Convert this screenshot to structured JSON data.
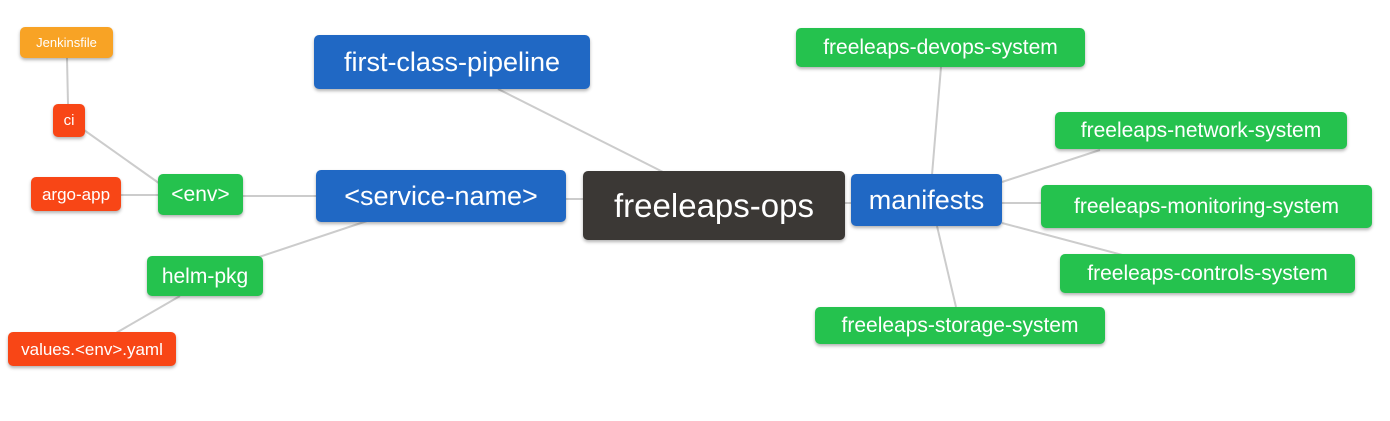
{
  "palette": {
    "blue": "#2068c4",
    "green": "#25c24e",
    "red": "#f84616",
    "orange": "#f8a325",
    "dark": "#3b3835",
    "edge_line": "#cccccc",
    "background": "#ffffff",
    "text": "#ffffff"
  },
  "mindmap": {
    "root": {
      "label": "freeleaps-ops"
    },
    "nodes": {
      "first_class_pipeline": {
        "label": "first-class-pipeline"
      },
      "service_name": {
        "label": "<service-name>"
      },
      "env": {
        "label": "<env>"
      },
      "ci": {
        "label": "ci"
      },
      "jenkinsfile": {
        "label": "Jenkinsfile"
      },
      "argo_app": {
        "label": "argo-app"
      },
      "helm_pkg": {
        "label": "helm-pkg"
      },
      "values_yaml": {
        "label": "values.<env>.yaml"
      },
      "manifests": {
        "label": "manifests"
      },
      "devops_system": {
        "label": "freeleaps-devops-system"
      },
      "network_system": {
        "label": "freeleaps-network-system"
      },
      "monitoring_system": {
        "label": "freeleaps-monitoring-system"
      },
      "controls_system": {
        "label": "freeleaps-controls-system"
      },
      "storage_system": {
        "label": "freeleaps-storage-system"
      }
    },
    "edges": [
      [
        "jenkinsfile",
        "ci"
      ],
      [
        "ci",
        "env"
      ],
      [
        "argo_app",
        "env"
      ],
      [
        "env",
        "service_name"
      ],
      [
        "service_name",
        "helm_pkg"
      ],
      [
        "helm_pkg",
        "values_yaml"
      ],
      [
        "first_class_pipeline",
        "root"
      ],
      [
        "service_name",
        "root"
      ],
      [
        "root",
        "manifests"
      ],
      [
        "manifests",
        "devops_system"
      ],
      [
        "manifests",
        "network_system"
      ],
      [
        "manifests",
        "monitoring_system"
      ],
      [
        "manifests",
        "controls_system"
      ],
      [
        "manifests",
        "storage_system"
      ]
    ]
  }
}
